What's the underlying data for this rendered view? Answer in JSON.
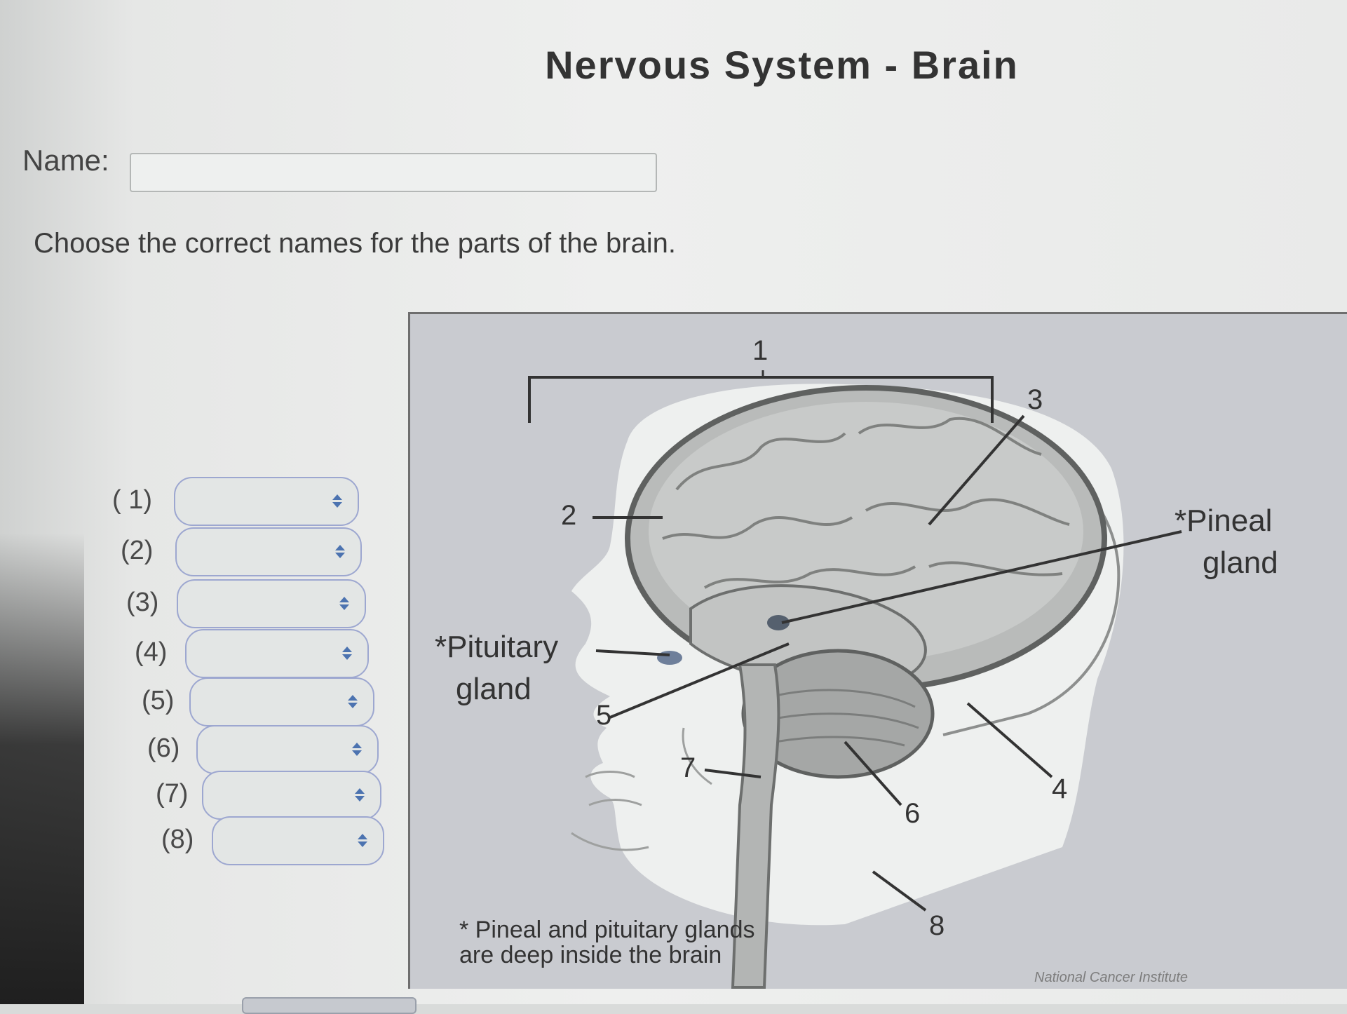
{
  "title": "Nervous System - Brain",
  "name_label": "Name:",
  "name_value": "",
  "instructions": "Choose the correct names for the parts of the brain.",
  "answers": [
    {
      "label": "( 1)",
      "value": ""
    },
    {
      "label": "(2)",
      "value": ""
    },
    {
      "label": "(3)",
      "value": ""
    },
    {
      "label": "(4)",
      "value": ""
    },
    {
      "label": "(5)",
      "value": ""
    },
    {
      "label": "(6)",
      "value": ""
    },
    {
      "label": "(7)",
      "value": ""
    },
    {
      "label": "(8)",
      "value": ""
    }
  ],
  "diagram": {
    "numbers": [
      "1",
      "2",
      "3",
      "4",
      "5",
      "6",
      "7",
      "8"
    ],
    "pineal_line1": "*Pineal",
    "pineal_line2": "gland",
    "pituitary_line1": "*Pituitary",
    "pituitary_line2": "gland",
    "footnote_line1": "* Pineal and pituitary glands",
    "footnote_line2": "are deep inside the brain",
    "credit": "National Cancer Institute"
  },
  "colors": {
    "select_border": "#9da7d0",
    "select_arrow": "#4c73b0",
    "diagram_bg": "#c9cbd0"
  }
}
